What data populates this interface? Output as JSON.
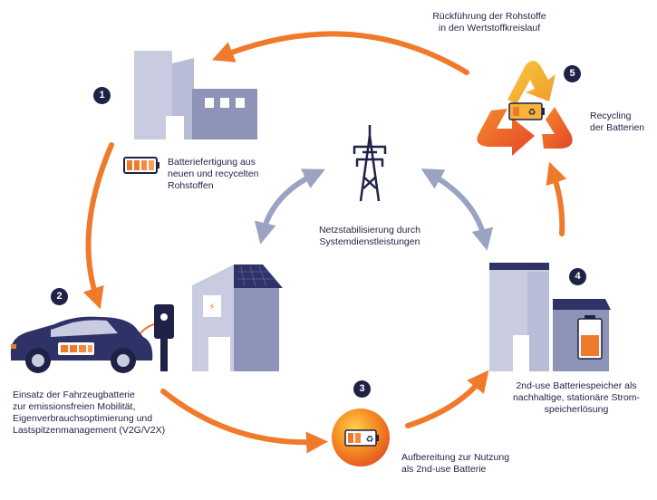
{
  "colors": {
    "navy": "#1f2147",
    "orange": "#f07a2b",
    "arrow_gray": "#9aa3c2",
    "building_light": "#c9cce0",
    "building_mid": "#8e93b8",
    "solar": "#2e3266",
    "recycle_yellow": "#f5b631",
    "recycle_red": "#ea5a2c"
  },
  "icons": [
    "battery-icon",
    "factory-icon",
    "recycle-icon",
    "power-tower-icon",
    "car-icon",
    "charger-icon",
    "house-icon",
    "storage-building-icon"
  ],
  "steps": [
    {
      "number": "1",
      "text": [
        "Batteriefertigung aus",
        "neuen und recycelten",
        "Rohstoffen"
      ]
    },
    {
      "number": "2",
      "text": [
        "Einsatz der Fahrzeugbatterie",
        "zur emissionsfreien Mobilität,",
        "Eigenverbrauchsoptimierung und",
        "Lastspitzenmanagement (V2G/V2X)"
      ]
    },
    {
      "number": "3",
      "text": [
        "Aufbereitung zur Nutzung",
        "als 2nd-use Batterie"
      ]
    },
    {
      "number": "4",
      "text": [
        "2nd-use Batteriespeicher als",
        "nachhaltige, stationäre Strom-",
        "speicherlösung"
      ]
    },
    {
      "number": "5",
      "text": [
        "Recycling",
        "der Batterien"
      ]
    }
  ],
  "top_label": [
    "Rückführung der Rohstoffe",
    "in den Wertstoffkreislauf"
  ],
  "center_label": [
    "Netzstabilisierung durch",
    "Systemdienstleistungen"
  ]
}
